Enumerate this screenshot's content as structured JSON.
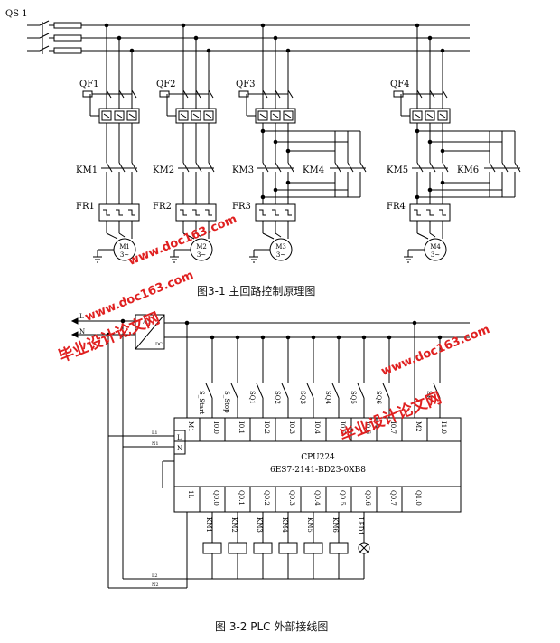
{
  "figure1": {
    "caption": "图3-1 主回路控制原理图",
    "qs": "QS 1",
    "breakers": [
      "QF1",
      "QF2",
      "QF3",
      "QF4"
    ],
    "contactors": [
      "KM1",
      "KM2",
      "KM3",
      "KM4",
      "KM5",
      "KM6"
    ],
    "relays": [
      "FR1",
      "FR2",
      "FR3",
      "FR4"
    ],
    "motors": [
      "M1",
      "M2",
      "M3",
      "M4"
    ],
    "motor_sub": "3~"
  },
  "figure2": {
    "caption": "图 3-2 PLC 外部接线图",
    "cpu": "CPU224",
    "part": "6ES7-2141-BD23-0XB8",
    "top_terminals": [
      "M1",
      "I0.0",
      "I0.1",
      "I0.2",
      "I0.3",
      "I0.4",
      "I0.5",
      "I0.6",
      "I0.7",
      "M2",
      "I1.0"
    ],
    "bottom_terminals": [
      "1L",
      "Q0.0",
      "Q0.1",
      "Q0.2",
      "Q0.3",
      "Q0.4",
      "Q0.5",
      "Q0.6",
      "Q0.7",
      "Q1.0"
    ],
    "switches": [
      "S_Start",
      "S_Stop",
      "SQ1",
      "SQ2",
      "SQ3",
      "SQ4",
      "SQ5",
      "SQ6",
      "SK1"
    ],
    "outputs": [
      "KM1",
      "KM2",
      "KM3",
      "KM4",
      "KM5",
      "KM6",
      "LED1"
    ],
    "power_in": [
      "L",
      "N"
    ],
    "power_unit": [
      "L1",
      "N1"
    ],
    "power_out": [
      "L2",
      "N2"
    ],
    "ln": [
      "L",
      "N"
    ]
  },
  "watermarks": [
    "毕业设计论文网",
    "www.doc163.com"
  ]
}
